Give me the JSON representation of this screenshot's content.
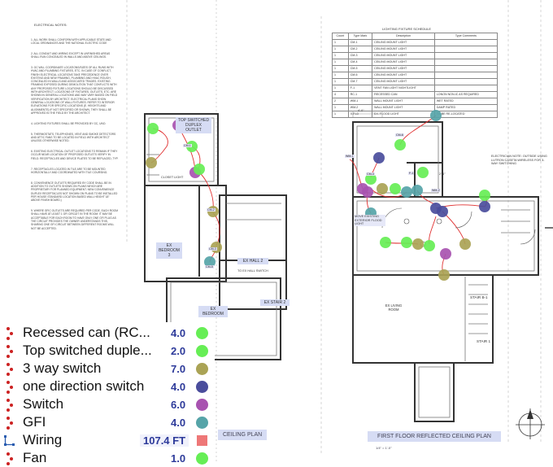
{
  "notes": {
    "title": "ELECTRICAL NOTES:",
    "lines": [
      "1. ALL WORK SHALL CONFORM WITH APPLICABLE STATE AND LOCAL ORDINANCES AND THE NATIONAL ELECTRIC CODE",
      "2. ALL CONDUIT AND WIRING EXCEPT IN UNFINISHED AREAS SHALL RUN CONCEALED IN WALLS AND ABOVE CEILINGS.",
      "3. GC WILL COORDINATE LOCATIONS/SIZES OF ALL RUNS WITH HVAC AND PLUMBING FIXTURES, ETC. IN CASE OF CONFLICT, FINISH ELECTRICAL LOCATIONS TAKE PRECEDENCE OVER EXISTING AND NEW FRAMING, PLUMBING AND HVAC ROUGH, CONCEALED IN WALLS AND ASSOCIATED TRADES. EXISTING FRAMING EXPOSED DURING DEMOLITION THAT CONFLICTS WITH ANY PROPOSED FIXTURE LOCATIONS SHOULD BE DISCUSSED WITH ARCHITECT. LOCATIONS OF FIXTURES, OUTLETS, ETC. ARE SHOWN IN GENERAL LOCATIONS AND MAY VARY BASED ON FIELD VERIFICATION BY ARCHITECT. ELECTRICAL PLANS SHOW GENERAL LOCATIONS OF WALL FIXTURES. REFER TO INTERIOR ELEVATIONS FOR SPECIFIC LOCATIONS (E. HEIGHTS AND ALIGNMENTS) IF NOT SPECIFIED OR SHOWN, THEY SHALL BE APPROVED IN THE FIELD BY THE ARCHITECT.",
      "4. LIGHTING FIXTURES SHALL BE PROVIDED BY GC, UNO.",
      "5. THERMOSTATS, TELEPHONES, VENT AND SMOKE DETECTORS AND ATTIC FANS TO BE LOCATED IN FIELD WITH ARCHITECT UNLESS OTHERWISE NOTED.",
      "6. EXISTING ELECTRICAL OUTLET LOCATIONS TO REMAIN IF THEY OCCUR NEAR LOCATION OF PROPOSED OUTLETS VERIFY IN FIELD. RECEPTACLES AND DEVICE PLATES TO BE REPLACED, TYP.",
      "7. RECEPTACLES LOCATED IN TILE ARE TO BE MOUNTED HORIZONTALLY AND COORDINATED WITH TILE COURSING.",
      "8. CONVENIENCE OUTLETS REQUIRED BY CODE SHALL BE IN ADDITION TO OUTLETS SHOWN ON PLANS WHICH ARE PROPRIETARY FOR PLANNED EQUIPMENT. NEW CONVENIENCE DUPLEX RECEPTACLES NOT SHOWN ON PLANS TO BE INSTALLED PER HOUSE STANDARD LOCATION BASED WALL HEIGHT 18\" ABOVE FINISH BOARD.)",
      "9. WHERE GFIC OUTLETS ARE REQUIRED PER CODE, EACH ROOM SHALL HAVE AT LEAST 1 GFI CIRCUIT IN THE ROOM. IT MAY BE ACCEPTABLE FOR EACH ROOM TO HAVE ONLY ONE GFI PLUG AS THE CIRCUIT PROVIDES THE OWNER UNDERSTANDS THIS, SHARING ONE GFI CIRCUIT BETWEEN DIFFERENT ROOMS WILL NOT BE ACCEPTED."
    ]
  },
  "schedule": {
    "title": "LIGHTING FIXTURE SCHEDULE",
    "headers": [
      "Count",
      "Type Mark",
      "Description",
      "Type Comments"
    ],
    "rows": [
      [
        "1",
        "CM-1",
        "CEILING MOUNT LIGHT",
        ""
      ],
      [
        "1",
        "CM-2",
        "CEILING MOUNT LIGHT",
        ""
      ],
      [
        "1",
        "CM-3",
        "CEILING MOUNT LIGHT",
        ""
      ],
      [
        "1",
        "CM-4",
        "CEILING MOUNT LIGHT",
        ""
      ],
      [
        "1",
        "CM-5",
        "CEILING MOUNT LIGHT",
        ""
      ],
      [
        "1",
        "CM-6",
        "CEILING MOUNT LIGHT",
        ""
      ],
      [
        "1",
        "CM-7",
        "CEILING MOUNT LIGHT",
        ""
      ],
      [
        "1",
        "F-1",
        "VENT FAN LIGHT NIGHTLIGHT",
        ""
      ],
      [
        "4",
        "RC-1",
        "RECESSED CAN",
        "LONON NON-IC AS REQUIRED"
      ],
      [
        "2",
        "WM-1",
        "WALL MOUNT LIGHT",
        "WET RATED"
      ],
      [
        "1",
        "WM-2",
        "WALL MOUNT LIGHT",
        "DAMP RATED"
      ],
      [
        "1",
        "X-FLD",
        "EX. FLOOD LIGHT",
        "TO BE RE-LOCATED"
      ]
    ]
  },
  "plan_left": {
    "labels": {
      "top_switched": "TOP SWITCHED DUPLEX OUTLET",
      "closet": "CLOSET LIGHT",
      "bedroom3": "EX BEDROOM 3",
      "hall2": "EX HALL 2",
      "hall_note": "TO EX HALL SWITCH",
      "stair2": "EX STAIR 2",
      "bedroom": "EX BEDROOM"
    },
    "fixtures": [
      "CM-1",
      "CM-2",
      "CM-3",
      "CM-5"
    ],
    "title": "CEILING PLAN"
  },
  "plan_right": {
    "labels": {
      "electrician_note": "ELECTRICIAN NOTE: OUTSIDE USING LUTRON CASETA WIRELESS FOR 3-WAY SWITCHING",
      "flood_note": "MOVE EXISTING EXTERIOR FLOOD LIGHT",
      "living": "EX LIVING ROOM",
      "stair_b1": "STAIR B-1",
      "stair_1": "STAIR 1",
      "dim": "4'-0\"",
      "dim2": "2'-6\""
    },
    "fixtures": [
      "CM-6",
      "WM-1",
      "CM-4",
      "F-1",
      "WM-2"
    ],
    "title": "FIRST FLOOR REFLECTED CEILING PLAN",
    "scale": "1/4\" = 1'-0\""
  },
  "legend": {
    "items": [
      {
        "label": "Recessed can (RC...",
        "value": "4.0",
        "color": "#66ee55",
        "shape": "circle"
      },
      {
        "label": "Top switched duple...",
        "value": "2.0",
        "color": "#66ee55",
        "shape": "circle"
      },
      {
        "label": "3 way switch",
        "value": "7.0",
        "color": "#aaa355",
        "shape": "circle"
      },
      {
        "label": "one direction switch",
        "value": "4.0",
        "color": "#4a4d9c",
        "shape": "circle"
      },
      {
        "label": "Switch",
        "value": "6.0",
        "color": "#a853b0",
        "shape": "circle"
      },
      {
        "label": "GFI",
        "value": "4.0",
        "color": "#56a4a8",
        "shape": "circle"
      },
      {
        "label": "Wiring",
        "value": "107.4 FT",
        "color": "#ee7777",
        "shape": "square"
      },
      {
        "label": "Fan",
        "value": "1.0",
        "color": "#66ee55",
        "shape": "circle"
      }
    ]
  },
  "colors": {
    "recessed": "#66ee55",
    "three_way": "#aaa355",
    "one_direction": "#4a4d9c",
    "switch": "#a853b0",
    "gfi": "#56a4a8",
    "wiring": "#e03030",
    "walls": "#333333"
  }
}
